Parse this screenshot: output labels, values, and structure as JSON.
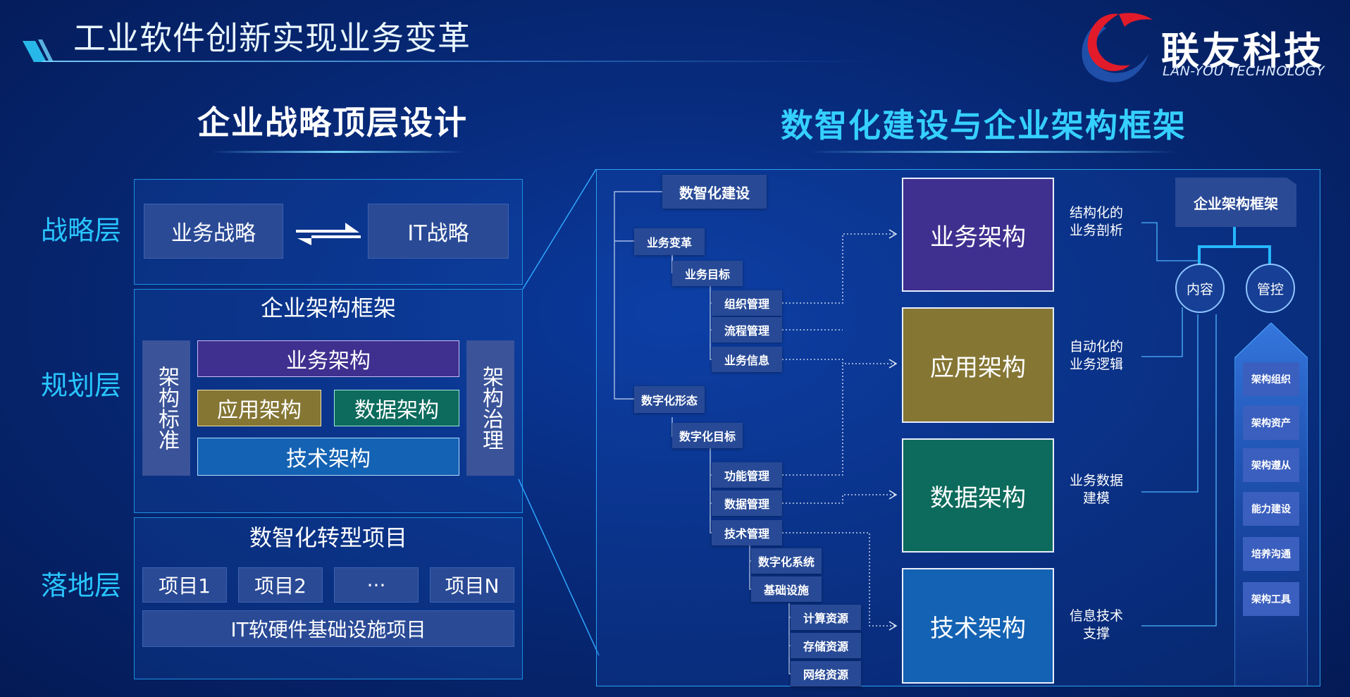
{
  "header": {
    "title": "工业软件创新实现业务变革"
  },
  "logo": {
    "cn": "联友科技",
    "en": "LAN-YOU TECHNOLOGY"
  },
  "left": {
    "heading": "企业战略顶层设计",
    "layers": [
      "战略层",
      "规划层",
      "落地层"
    ],
    "strategy": {
      "business": "业务战略",
      "it": "IT战略"
    },
    "planning": {
      "title": "企业架构框架",
      "left_vertical": "架构标准",
      "right_vertical": "架构治理",
      "business": "业务架构",
      "application": "应用架构",
      "data": "数据架构",
      "technology": "技术架构"
    },
    "landing": {
      "title": "数智化转型项目",
      "projects": [
        "项目1",
        "项目2",
        "···",
        "项目N"
      ],
      "infra": "IT软硬件基础设施项目"
    }
  },
  "right": {
    "heading": "数智化建设与企业架构框架",
    "tree": {
      "root": "数智化建设",
      "biz_change": "业务变革",
      "biz_goal": "业务目标",
      "org_mgmt": "组织管理",
      "process_mgmt": "流程管理",
      "biz_info": "业务信息",
      "digital_form": "数字化形态",
      "digital_goal": "数字化目标",
      "func_mgmt": "功能管理",
      "data_mgmt": "数据管理",
      "tech_mgmt": "技术管理",
      "digital_sys": "数字化系统",
      "infra": "基础设施",
      "compute": "计算资源",
      "storage": "存储资源",
      "network": "网络资源"
    },
    "arch": {
      "business": "业务架构",
      "application": "应用架构",
      "data": "数据架构",
      "technology": "技术架构"
    },
    "desc": {
      "business": [
        "结构化的",
        "业务剖析"
      ],
      "application": [
        "自动化的",
        "业务逻辑"
      ],
      "data": [
        "业务数据",
        "建模"
      ],
      "technology": [
        "信息技术",
        "支撑"
      ]
    },
    "framework": {
      "title": "企业架构框架",
      "content": "内容",
      "control": "管控",
      "stack": [
        "架构组织",
        "架构资产",
        "架构遵从",
        "能力建设",
        "培养沟通",
        "架构工具"
      ]
    }
  },
  "colors": {
    "business": "#3f2f8f",
    "application": "#857634",
    "data": "#0c6b5c",
    "technology": "#1462b3",
    "highlight": "#35d0ff"
  }
}
